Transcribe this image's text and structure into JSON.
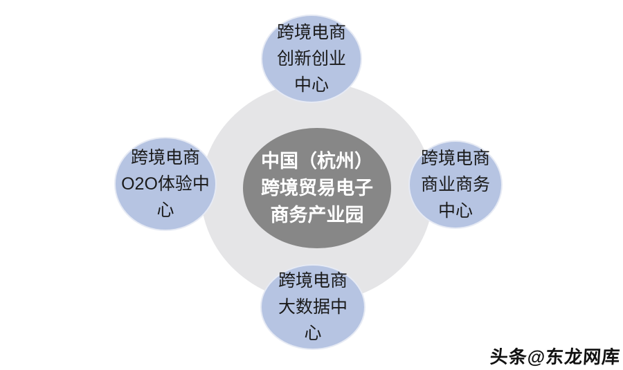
{
  "diagram": {
    "center_node": {
      "line1": "中国（杭州）",
      "line2": "跨境贸易电子",
      "line3": "商务产业园"
    },
    "nodes": [
      {
        "id": "innovation-center",
        "position": "top",
        "line1": "跨境电商",
        "line2": "创新创业",
        "line3": "中心"
      },
      {
        "id": "o2o-experience-center",
        "position": "left",
        "line1": "跨境电商",
        "line2": "O2O体验中",
        "line3": "心"
      },
      {
        "id": "business-commerce-center",
        "position": "right",
        "line1": "跨境电商",
        "line2": "商业商务",
        "line3": "中心"
      },
      {
        "id": "big-data-center",
        "position": "bottom",
        "line1": "跨境电商",
        "line2": "大数据中",
        "line3": "心"
      }
    ],
    "colors": {
      "node_fill": "#b6c4e2",
      "node_border": "#e6eaf4",
      "center_fill": "#878787",
      "halo_fill": "#e5e5e7",
      "node_text": "#1a1a1a",
      "center_text": "#ffffff",
      "background": "#ffffff"
    }
  },
  "watermark": {
    "text": "头条@东龙网库"
  }
}
